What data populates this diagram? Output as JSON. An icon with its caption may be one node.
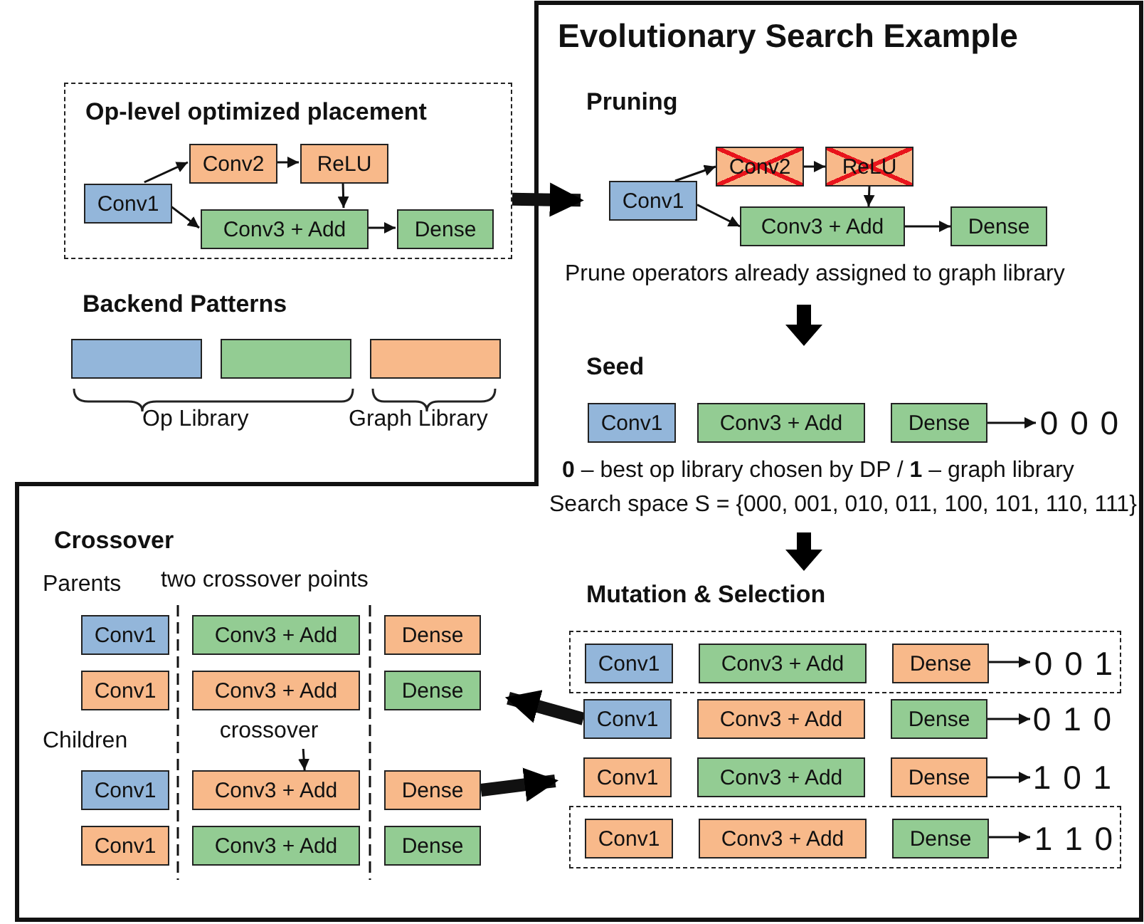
{
  "diagram": {
    "nodes": [
      {
        "text": [
          "Op-level optimized placement"
        ]
      },
      {
        "text": [
          "Conv1"
        ],
        "in": 0
      },
      {
        "text": [
          "Conv2"
        ],
        "in": 0
      },
      {
        "text": [
          "ReLU"
        ],
        "in": 0
      },
      {
        "text": [
          "Conv3 + Add"
        ],
        "in": 0
      },
      {
        "text": [
          "Dense"
        ],
        "in": 0
      },
      {
        "text": [],
        "shape": "box"
      },
      {
        "text": [],
        "shape": "box"
      },
      {
        "text": [],
        "shape": "box"
      },
      {
        "text": [
          "Evolutionary Search Example"
        ]
      },
      {
        "text": [
          "Conv1"
        ],
        "in": 9
      },
      {
        "text": [
          "Conv2"
        ],
        "in": 9
      },
      {
        "text": [
          "ReLU"
        ],
        "in": 9
      },
      {
        "text": [
          "Conv3 + Add"
        ],
        "in": 9
      },
      {
        "text": [
          "Dense"
        ],
        "in": 9
      },
      {
        "text": [
          "Conv1"
        ],
        "in": 9
      },
      {
        "text": [
          "Conv3 + Add"
        ],
        "in": 9
      },
      {
        "text": [
          "Dense"
        ],
        "in": 9
      },
      {
        "text": [
          "0 0 0"
        ],
        "in": 9
      },
      {
        "text": [],
        "shape": "box",
        "in": 9
      },
      {
        "text": [
          "Conv1"
        ],
        "in": 19
      },
      {
        "text": [
          "Conv3 + Add"
        ],
        "in": 19
      },
      {
        "text": [
          "Dense"
        ],
        "in": 19
      },
      {
        "text": [
          "0 0 1"
        ],
        "in": 19
      },
      {
        "text": [
          "Conv1"
        ],
        "in": 9
      },
      {
        "text": [
          "Conv3 + Add"
        ],
        "in": 9
      },
      {
        "text": [
          "Dense"
        ],
        "in": 9
      },
      {
        "text": [
          "0 1 0"
        ],
        "in": 9
      },
      {
        "text": [
          "Conv1"
        ],
        "in": 9
      },
      {
        "text": [
          "Conv3 + Add"
        ],
        "in": 9
      },
      {
        "text": [
          "Dense"
        ],
        "in": 9
      },
      {
        "text": [
          "1 0 1"
        ],
        "in": 9
      },
      {
        "text": [],
        "shape": "box",
        "in": 9
      },
      {
        "text": [
          "Conv1"
        ],
        "in": 32
      },
      {
        "text": [
          "Conv3 + Add"
        ],
        "in": 32
      },
      {
        "text": [
          "Dense"
        ],
        "in": 32
      },
      {
        "text": [
          "1 1 0"
        ],
        "in": 32
      },
      {
        "text": [
          "Conv1"
        ],
        "in": 9
      },
      {
        "text": [
          "Conv3 + Add"
        ],
        "in": 9
      },
      {
        "text": [
          "Dense"
        ],
        "in": 9
      },
      {
        "text": [
          "Conv1"
        ],
        "in": 9
      },
      {
        "text": [
          "Conv3 + Add"
        ],
        "in": 9
      },
      {
        "text": [
          "Dense"
        ],
        "in": 9
      },
      {
        "text": [
          "crossover"
        ],
        "in": 9
      },
      {
        "text": [
          "Conv1"
        ],
        "in": 9
      },
      {
        "text": [
          "Conv3 + Add"
        ],
        "in": 9
      },
      {
        "text": [
          "Dense"
        ],
        "in": 9
      },
      {
        "text": [
          "Conv1"
        ],
        "in": 9
      },
      {
        "text": [
          "Conv3 + Add"
        ],
        "in": 9
      },
      {
        "text": [
          "Dense"
        ],
        "in": 9
      }
    ],
    "edges": [
      {
        "from": 1,
        "to": 2,
        "arrow": "to"
      },
      {
        "from": 2,
        "to": 3,
        "arrow": "to"
      },
      {
        "from": 3,
        "to": 4,
        "arrow": "to"
      },
      {
        "from": 1,
        "to": 4,
        "arrow": "to"
      },
      {
        "from": 4,
        "to": 5,
        "arrow": "to"
      },
      {
        "from": 0,
        "to": 10,
        "arrow": "to",
        "style": "thick"
      },
      {
        "from": 10,
        "to": 11,
        "arrow": "to"
      },
      {
        "from": 11,
        "to": 12,
        "arrow": "to"
      },
      {
        "from": 12,
        "to": 13,
        "arrow": "to"
      },
      {
        "from": 10,
        "to": 13,
        "arrow": "to"
      },
      {
        "from": 13,
        "to": 14,
        "arrow": "to"
      },
      {
        "from": 17,
        "to": 18,
        "arrow": "to"
      },
      {
        "from": 22,
        "to": 23,
        "arrow": "to"
      },
      {
        "from": 26,
        "to": 27,
        "arrow": "to"
      },
      {
        "from": 30,
        "to": 31,
        "arrow": "to"
      },
      {
        "from": 35,
        "to": 36,
        "arrow": "to"
      },
      {
        "from": 24,
        "to": 42,
        "arrow": "to",
        "style": "thick"
      },
      {
        "from": 46,
        "to": 28,
        "arrow": "to",
        "style": "thick"
      },
      {
        "from": 43,
        "to": 45,
        "arrow": "to"
      }
    ],
    "labels": [
      "Backend Patterns",
      "Op Library",
      "Graph Library",
      "Pruning",
      "Prune operators already assigned to graph library",
      "Seed",
      "**0** – best op library chosen by DP / **1** – graph library",
      "Search space S = {000, 001, 010, 011, 100, 101, 110, 111}",
      "Mutation & Selection",
      "Crossover",
      "Parents",
      "two crossover points",
      "Children"
    ]
  }
}
